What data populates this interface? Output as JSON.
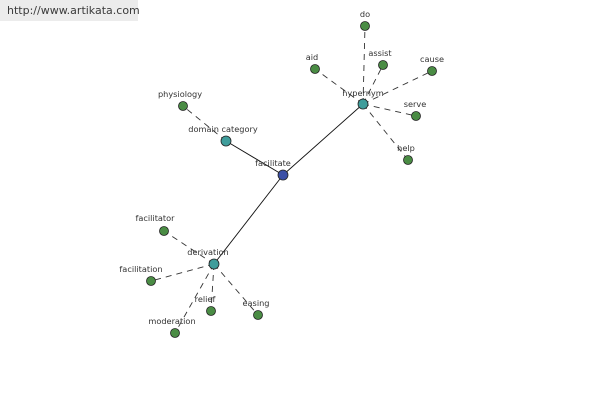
{
  "header": {
    "url": "http://www.artikata.com"
  },
  "graph": {
    "colors": {
      "center": "#3a4fa6",
      "category": "#3f9d9b",
      "leaf": "#4a8c44",
      "stroke": "#222222",
      "solid_edge": "#111111",
      "dashed_edge": "#333333"
    },
    "nodes": {
      "facilitate": {
        "label": "facilitate",
        "kind": "center"
      },
      "hypernym": {
        "label": "hypernym",
        "kind": "category"
      },
      "domain_category": {
        "label": "domain category",
        "kind": "category"
      },
      "derivation": {
        "label": "derivation",
        "kind": "category"
      },
      "do": {
        "label": "do",
        "kind": "leaf"
      },
      "assist": {
        "label": "assist",
        "kind": "leaf"
      },
      "aid": {
        "label": "aid",
        "kind": "leaf"
      },
      "cause": {
        "label": "cause",
        "kind": "leaf"
      },
      "serve": {
        "label": "serve",
        "kind": "leaf"
      },
      "help": {
        "label": "help",
        "kind": "leaf"
      },
      "physiology": {
        "label": "physiology",
        "kind": "leaf"
      },
      "facilitator": {
        "label": "facilitator",
        "kind": "leaf"
      },
      "facilitation": {
        "label": "facilitation",
        "kind": "leaf"
      },
      "relief": {
        "label": "relief",
        "kind": "leaf"
      },
      "easing": {
        "label": "easing",
        "kind": "leaf"
      },
      "moderation": {
        "label": "moderation",
        "kind": "leaf"
      }
    },
    "edges": [
      {
        "from": "facilitate",
        "to": "hypernym",
        "style": "solid"
      },
      {
        "from": "facilitate",
        "to": "domain_category",
        "style": "solid"
      },
      {
        "from": "facilitate",
        "to": "derivation",
        "style": "solid"
      },
      {
        "from": "hypernym",
        "to": "do",
        "style": "dashed"
      },
      {
        "from": "hypernym",
        "to": "assist",
        "style": "dashed"
      },
      {
        "from": "hypernym",
        "to": "aid",
        "style": "dashed"
      },
      {
        "from": "hypernym",
        "to": "cause",
        "style": "dashed"
      },
      {
        "from": "hypernym",
        "to": "serve",
        "style": "dashed"
      },
      {
        "from": "hypernym",
        "to": "help",
        "style": "dashed"
      },
      {
        "from": "domain_category",
        "to": "physiology",
        "style": "dashed"
      },
      {
        "from": "derivation",
        "to": "facilitator",
        "style": "dashed"
      },
      {
        "from": "derivation",
        "to": "facilitation",
        "style": "dashed"
      },
      {
        "from": "derivation",
        "to": "relief",
        "style": "dashed"
      },
      {
        "from": "derivation",
        "to": "easing",
        "style": "dashed"
      },
      {
        "from": "derivation",
        "to": "moderation",
        "style": "dashed"
      }
    ]
  }
}
